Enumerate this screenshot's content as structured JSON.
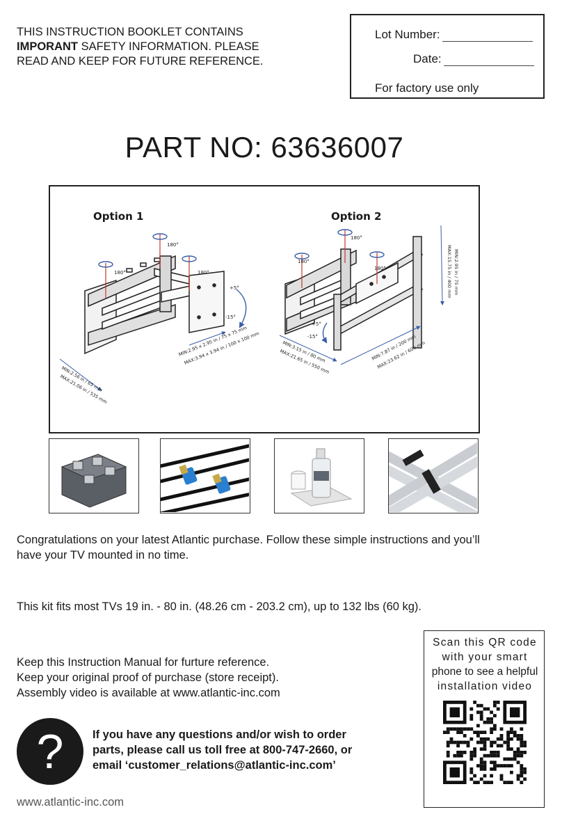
{
  "safety": {
    "line1": "THIS INSTRUCTION BOOKLET CONTAINS",
    "bold_word": "IMPORANT",
    "line2_rest": " SAFETY INFORMATION. PLEASE",
    "line3": "READ AND KEEP FOR FUTURE REFERENCE."
  },
  "lot_box": {
    "lot_label": "Lot Number:",
    "date_label": "Date:",
    "factory_note": "For factory use only"
  },
  "part_number": "PART NO: 63636007",
  "diagram": {
    "option1": {
      "title": "Option 1",
      "rot_top": "180°",
      "rot_left": "180°",
      "rot_right": "180°",
      "tilt_up": "+5°",
      "tilt_down": "-15°",
      "vesa_min": "MIN:2.95 x 2.95 in / 75 x 75 mm",
      "vesa_max": "MAX:3.94 x 3.94 in / 100 x 100 mm",
      "ext_min": "MIN:2.56 in / 65 mm",
      "ext_max": "MAX:21.06 in / 535 mm"
    },
    "option2": {
      "title": "Option 2",
      "rot_top": "180°",
      "rot_left": "180°",
      "rot_right": "180°",
      "tilt_up": "+5°",
      "tilt_down": "-15°",
      "ext_min": "MIN:3.15 in / 80 mm",
      "ext_max": "MAX:21.65 in / 550 mm",
      "width_min": "MIN:7.87 in / 200 mm",
      "width_max": "MAX:23.62 in / 600 mm",
      "height_min": "MIN:2.95 in / 75 mm",
      "height_max": "MAX:15.75 in / 400 mm"
    }
  },
  "accessories": [
    {
      "name": "Power outlet adapter"
    },
    {
      "name": "HDMI cables"
    },
    {
      "name": "Screen cleaning kit"
    },
    {
      "name": "Cable ties"
    }
  ],
  "intro": {
    "line1": "Congratulations on your latest Atlantic purchase. Follow these simple instructions and you’ll",
    "line2": "have your TV mounted in no time."
  },
  "fits": "This kit fits most TVs 19 in. - 80 in. (48.26 cm - 203.2 cm), up to 132 lbs (60 kg).",
  "keep": {
    "line1": "Keep this Instruction Manual for furture reference.",
    "line2": "Keep your original proof of purchase (store receipt).",
    "line3": "Assembly video is available at www.atlantic-inc.com"
  },
  "qr": {
    "line1": "Scan this QR code",
    "line2": "with your smart",
    "line3": "phone to see a helpful",
    "line4": "installation video"
  },
  "help": {
    "symbol": "?",
    "line1": "If you have any questions and/or wish to order",
    "line2": "parts, please call us toll free at 800-747-2660, or",
    "line3": "email ‘customer_relations@atlantic-inc.com’"
  },
  "website": "www.atlantic-inc.com"
}
